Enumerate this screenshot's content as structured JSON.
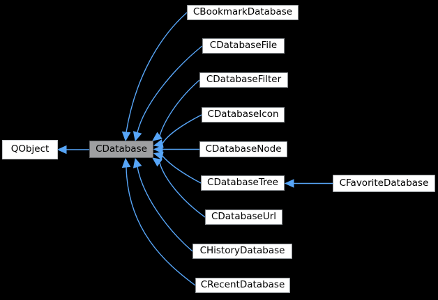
{
  "diagram": {
    "type": "class-inheritance-graph",
    "colors": {
      "background": "#000000",
      "edge": "#57a5f7",
      "node_fill": "#ffffff",
      "node_border": "#8a8f93",
      "current_node_fill": "#9e9fa1",
      "current_node_border": "#5e6063",
      "external_node_border": "#c4c7ca",
      "text": "#000000"
    },
    "nodes": [
      {
        "id": "QObject",
        "label": "QObject",
        "role": "base"
      },
      {
        "id": "CDatabase",
        "label": "CDatabase",
        "role": "current"
      },
      {
        "id": "CBookmarkDatabase",
        "label": "CBookmarkDatabase",
        "role": "derived"
      },
      {
        "id": "CDatabaseFile",
        "label": "CDatabaseFile",
        "role": "derived"
      },
      {
        "id": "CDatabaseFilter",
        "label": "CDatabaseFilter",
        "role": "derived"
      },
      {
        "id": "CDatabaseIcon",
        "label": "CDatabaseIcon",
        "role": "derived"
      },
      {
        "id": "CDatabaseNode",
        "label": "CDatabaseNode",
        "role": "derived"
      },
      {
        "id": "CDatabaseTree",
        "label": "CDatabaseTree",
        "role": "derived"
      },
      {
        "id": "CFavoriteDatabase",
        "label": "CFavoriteDatabase",
        "role": "derived"
      },
      {
        "id": "CDatabaseUrl",
        "label": "CDatabaseUrl",
        "role": "derived"
      },
      {
        "id": "CHistoryDatabase",
        "label": "CHistoryDatabase",
        "role": "derived"
      },
      {
        "id": "CRecentDatabase",
        "label": "CRecentDatabase",
        "role": "derived"
      }
    ],
    "edges": [
      {
        "from": "CDatabase",
        "to": "QObject"
      },
      {
        "from": "CBookmarkDatabase",
        "to": "CDatabase"
      },
      {
        "from": "CDatabaseFile",
        "to": "CDatabase"
      },
      {
        "from": "CDatabaseFilter",
        "to": "CDatabase"
      },
      {
        "from": "CDatabaseIcon",
        "to": "CDatabase"
      },
      {
        "from": "CDatabaseNode",
        "to": "CDatabase"
      },
      {
        "from": "CDatabaseTree",
        "to": "CDatabase"
      },
      {
        "from": "CDatabaseUrl",
        "to": "CDatabase"
      },
      {
        "from": "CHistoryDatabase",
        "to": "CDatabase"
      },
      {
        "from": "CRecentDatabase",
        "to": "CDatabase"
      },
      {
        "from": "CFavoriteDatabase",
        "to": "CDatabaseTree"
      }
    ]
  }
}
